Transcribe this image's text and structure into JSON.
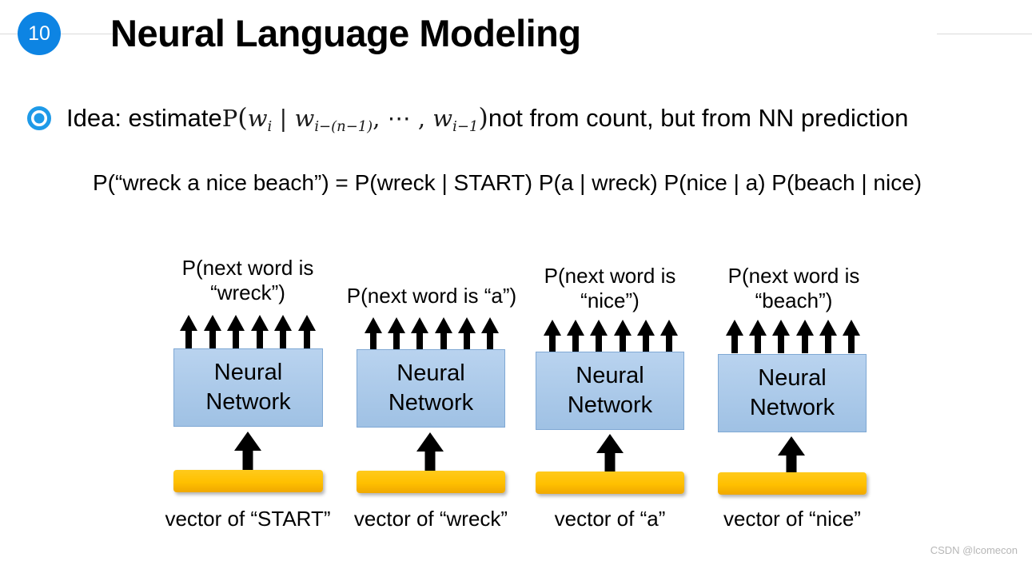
{
  "slide": {
    "number": "10",
    "title": "Neural Language Modeling",
    "accent_blue": "#0d84e3",
    "bullet_blue": "#1e9ae8",
    "box_blue": "#a8c6e8",
    "bar_orange": "#ffc000"
  },
  "bullet": {
    "lead": "Idea: estimate ",
    "formula": {
      "p": "P",
      "open": "(",
      "w_i": "w",
      "w_i_sub": "i",
      "mid": " | ",
      "w_back": "w",
      "w_back_sub": "i−(n−1)",
      "comma1": ", ",
      "dots": "⋯",
      "comma2": " , ",
      "w_prev": "w",
      "w_prev_sub": "i−1",
      "close": ")",
      "plain": "P(w_i | w_{i-(n-1)}, ⋯ , w_{i-1})"
    },
    "tail": " not from count, but from NN prediction"
  },
  "decomposition": "P(“wreck a nice beach”) = P(wreck | START) P(a | wreck) P(nice | a) P(beach | nice)",
  "diagram": {
    "box_label_line1": "Neural",
    "box_label_line2": "Network",
    "arrow_count": 6,
    "columns": [
      {
        "caption": "P(next word is\n“wreck”)",
        "vector_label": "vector of “START”"
      },
      {
        "caption": "P(next word is “a”)",
        "vector_label": "vector of “wreck”"
      },
      {
        "caption": "P(next word is\n“nice”)",
        "vector_label": "vector of “a”"
      },
      {
        "caption": "P(next word is\n“beach”)",
        "vector_label": "vector of “nice”"
      }
    ]
  },
  "watermark": "CSDN @lcomecon"
}
